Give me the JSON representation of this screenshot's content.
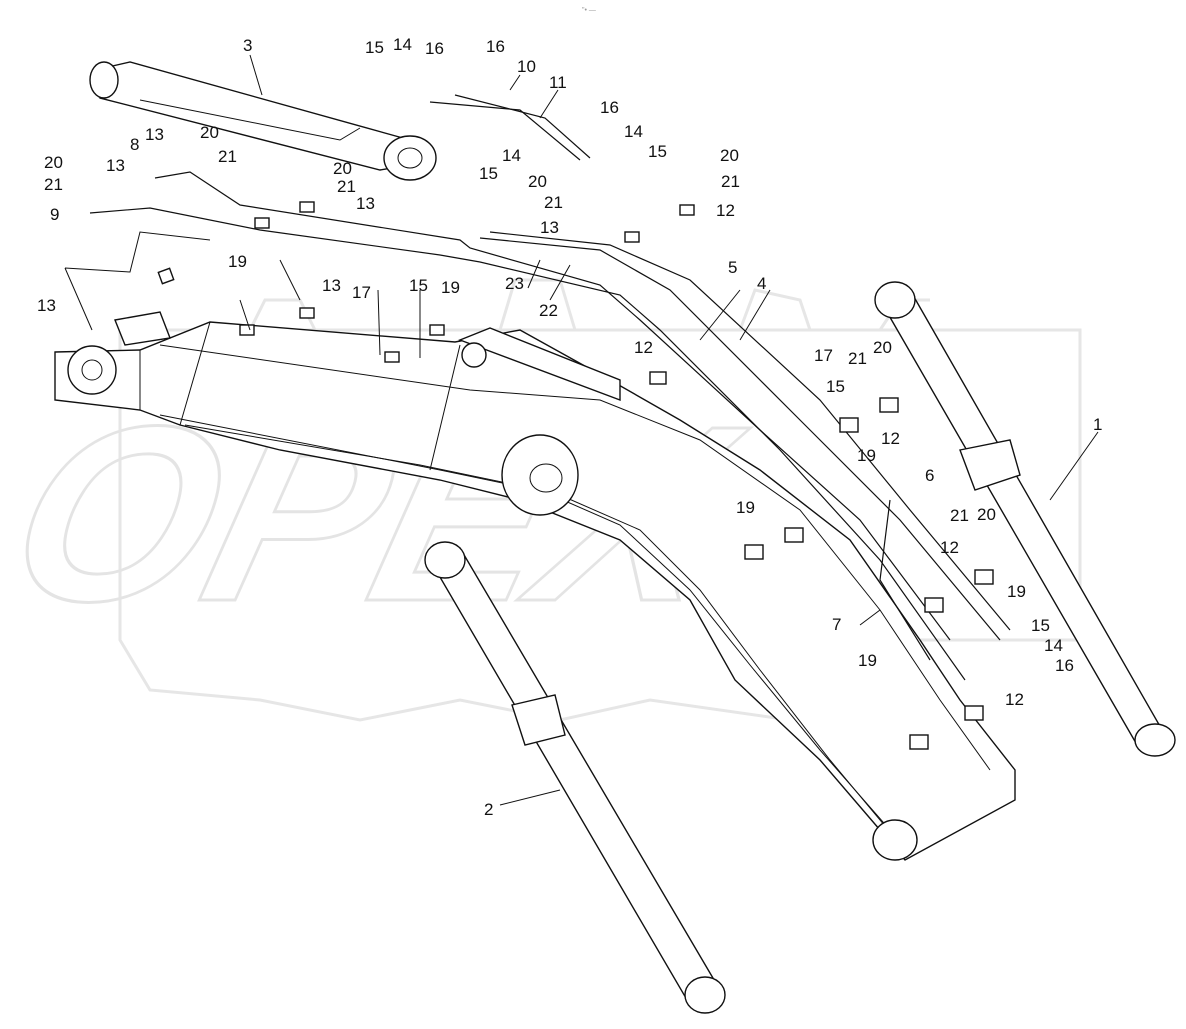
{
  "header_mark": "\"• —",
  "watermark": {
    "text": "OPEX"
  },
  "callouts": [
    {
      "id": "c-3a",
      "text": "3"
    },
    {
      "id": "c-15a",
      "text": "15"
    },
    {
      "id": "c-14a",
      "text": "14"
    },
    {
      "id": "c-16a",
      "text": "16"
    },
    {
      "id": "c-16b",
      "text": "16"
    },
    {
      "id": "c-10",
      "text": "10"
    },
    {
      "id": "c-11",
      "text": "11"
    },
    {
      "id": "c-16c",
      "text": "16"
    },
    {
      "id": "c-14b",
      "text": "14"
    },
    {
      "id": "c-15b",
      "text": "15"
    },
    {
      "id": "c-14c",
      "text": "14"
    },
    {
      "id": "c-15c",
      "text": "15"
    },
    {
      "id": "c-8",
      "text": "8"
    },
    {
      "id": "c-13a",
      "text": "13"
    },
    {
      "id": "c-20a",
      "text": "20"
    },
    {
      "id": "c-21a",
      "text": "21"
    },
    {
      "id": "c-20b",
      "text": "20"
    },
    {
      "id": "c-13b",
      "text": "13"
    },
    {
      "id": "c-21b",
      "text": "21"
    },
    {
      "id": "c-9",
      "text": "9"
    },
    {
      "id": "c-20c",
      "text": "20"
    },
    {
      "id": "c-21c",
      "text": "21"
    },
    {
      "id": "c-13c",
      "text": "13"
    },
    {
      "id": "c-20d",
      "text": "20"
    },
    {
      "id": "c-21d",
      "text": "21"
    },
    {
      "id": "c-13d",
      "text": "13"
    },
    {
      "id": "c-20e",
      "text": "20"
    },
    {
      "id": "c-21e",
      "text": "21"
    },
    {
      "id": "c-12a",
      "text": "12"
    },
    {
      "id": "c-19a",
      "text": "19"
    },
    {
      "id": "c-13e",
      "text": "13"
    },
    {
      "id": "c-17a",
      "text": "17"
    },
    {
      "id": "c-15d",
      "text": "15"
    },
    {
      "id": "c-19b",
      "text": "19"
    },
    {
      "id": "c-23",
      "text": "23"
    },
    {
      "id": "c-22",
      "text": "22"
    },
    {
      "id": "c-5",
      "text": "5"
    },
    {
      "id": "c-4",
      "text": "4"
    },
    {
      "id": "c-13f",
      "text": "13"
    },
    {
      "id": "c-12b",
      "text": "12"
    },
    {
      "id": "c-17b",
      "text": "17"
    },
    {
      "id": "c-21f",
      "text": "21"
    },
    {
      "id": "c-20f",
      "text": "20"
    },
    {
      "id": "c-15e",
      "text": "15"
    },
    {
      "id": "c-12c",
      "text": "12"
    },
    {
      "id": "c-19c",
      "text": "19"
    },
    {
      "id": "c-1",
      "text": "1"
    },
    {
      "id": "c-19d",
      "text": "19"
    },
    {
      "id": "c-6",
      "text": "6"
    },
    {
      "id": "c-21g",
      "text": "21"
    },
    {
      "id": "c-20g",
      "text": "20"
    },
    {
      "id": "c-12d",
      "text": "12"
    },
    {
      "id": "c-19e",
      "text": "19"
    },
    {
      "id": "c-7",
      "text": "7"
    },
    {
      "id": "c-15f",
      "text": "15"
    },
    {
      "id": "c-14d",
      "text": "14"
    },
    {
      "id": "c-16d",
      "text": "16"
    },
    {
      "id": "c-19f",
      "text": "19"
    },
    {
      "id": "c-12e",
      "text": "12"
    },
    {
      "id": "c-2",
      "text": "2"
    }
  ]
}
